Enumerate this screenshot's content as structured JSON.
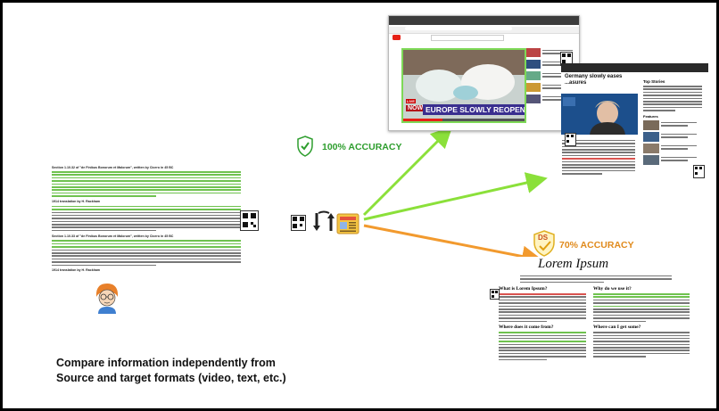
{
  "accuracy": {
    "top_label": "100% ACCURACY",
    "bottom_label": "70% ACCURACY",
    "top_color": "#2e9e2e",
    "bottom_color": "#e08a1c",
    "green_arrow_color": "#8be03a",
    "orange_arrow_color": "#f29a2e"
  },
  "badges": {
    "ds_text": "DS"
  },
  "caption": {
    "line1": "Compare information independently from",
    "line2": "Source and target formats (video, text, etc.)"
  },
  "source_doc": {
    "heading1": "Section 1.10.32 of \"de Finibus Bonorum et Malorum\", written by Cicero in 45 BC",
    "heading2": "1914 translation by H. Rackham",
    "heading3": "Section 1.10.33 of \"de Finibus Bonorum et Malorum\", written by Cicero in 45 BC",
    "heading4": "1914 translation by H. Rackham"
  },
  "video": {
    "banner": "EUROPE SLOWLY REOPENS",
    "live": "LIVE",
    "now": "NOW"
  },
  "news": {
    "headline": "Germany slowly eases ...asures",
    "sidebar_title": "Top Stories",
    "features_label": "Features"
  },
  "lorem_doc": {
    "title": "Lorem Ipsum",
    "q1": "What is Lorem Ipsum?",
    "q2": "Why do we use it?",
    "q3": "Where does it come from?",
    "q4": "Where can I get some?"
  }
}
